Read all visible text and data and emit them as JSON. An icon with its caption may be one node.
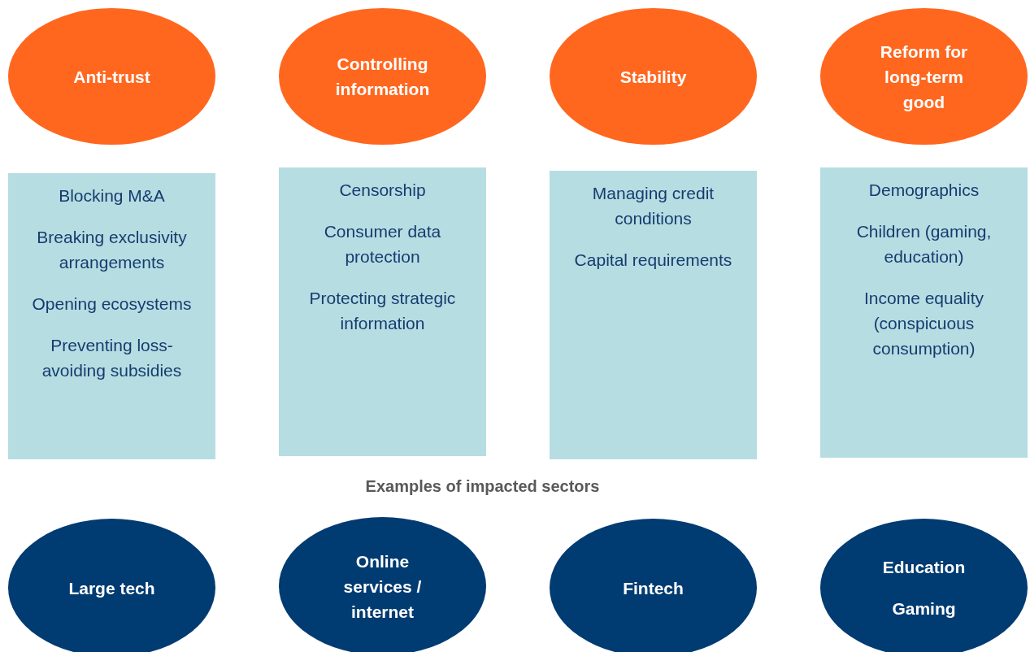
{
  "diagram": {
    "nodes": [
      {
        "text": [
          "Anti-trust"
        ]
      },
      {
        "text": [
          "Controlling information"
        ]
      },
      {
        "text": [
          "Stability"
        ]
      },
      {
        "text": [
          "Reform for long-term good"
        ]
      },
      {
        "text": [
          "Blocking M&A",
          "Breaking exclusivity arrangements",
          "Opening ecosystems",
          "Preventing loss-avoiding subsidies"
        ]
      },
      {
        "text": [
          "Censorship",
          "Consumer data protection",
          "Protecting strategic information"
        ]
      },
      {
        "text": [
          "Managing credit conditions",
          "Capital requirements"
        ]
      },
      {
        "text": [
          "Demographics",
          "Children (gaming, education)",
          "Income equality (conspicuous consumption)"
        ]
      },
      {
        "text": [
          "Large tech"
        ]
      },
      {
        "text": [
          "Online services / internet"
        ]
      },
      {
        "text": [
          "Fintech"
        ]
      },
      {
        "text": [
          "Education",
          "Gaming"
        ]
      }
    ],
    "edges": [],
    "labels": [
      "Examples of impacted sectors"
    ]
  }
}
